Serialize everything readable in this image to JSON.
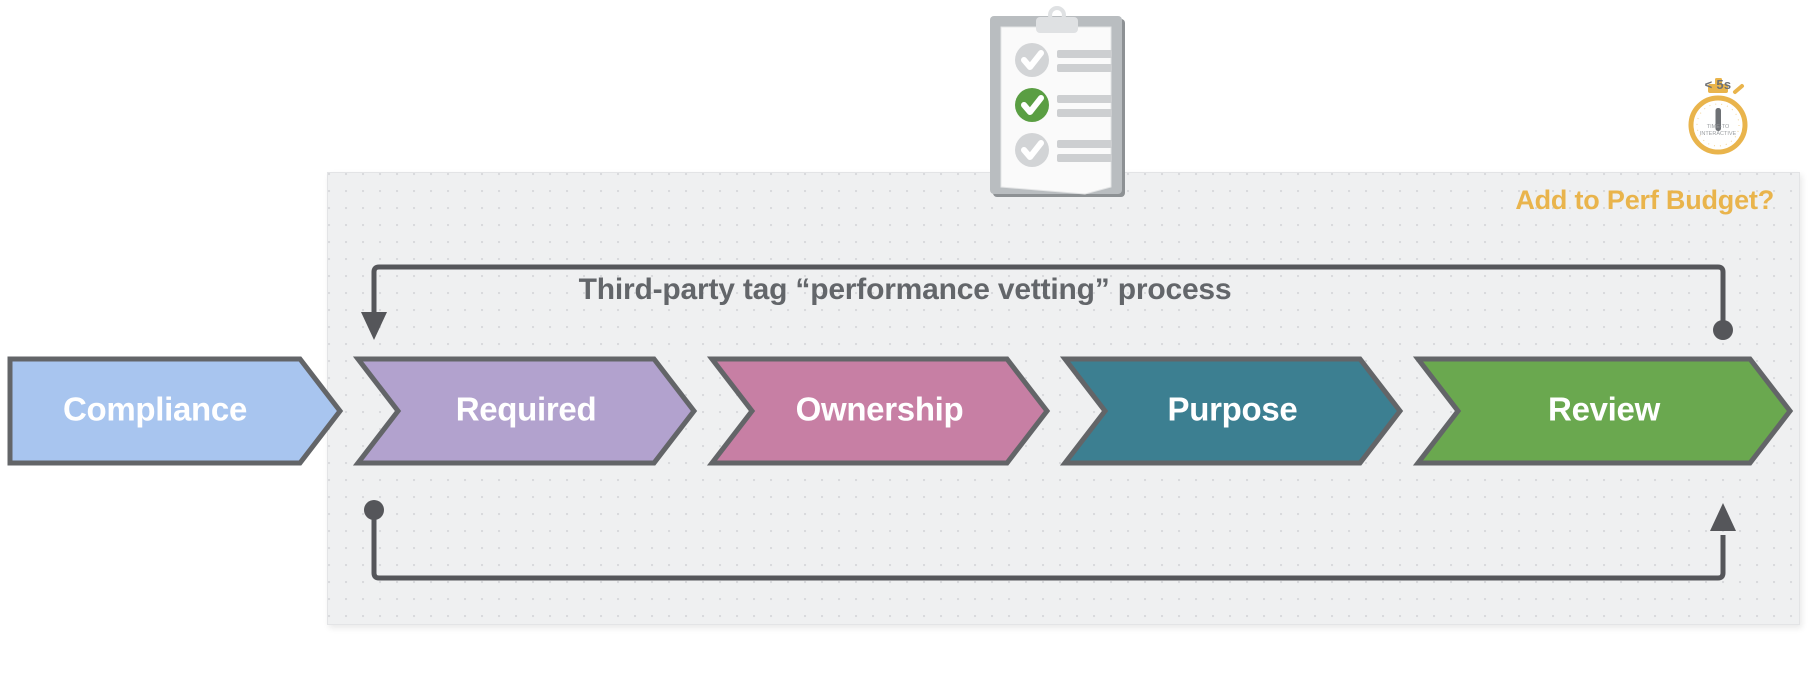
{
  "diagram": {
    "title": "Third-party tag “performance vetting” process",
    "perf_budget_label": "Add to Perf Budget?",
    "panel_bg_color": "#eff0f1",
    "connector_color": "#55565a",
    "title_color": "#63666a",
    "accent_color": "#e9b44c"
  },
  "stages": [
    {
      "label": "Compliance",
      "color": "#a8c5ef",
      "stroke": "#636568"
    },
    {
      "label": "Required",
      "color": "#b2a2ce",
      "stroke": "#636568"
    },
    {
      "label": "Ownership",
      "color": "#c77fa4",
      "stroke": "#636568"
    },
    {
      "label": "Purpose",
      "color": "#3c7f91",
      "stroke": "#636568"
    },
    {
      "label": "Review",
      "color": "#6aa84f",
      "stroke": "#636568"
    }
  ],
  "clipboard": {
    "icon_name": "clipboard-checklist-icon",
    "rows": [
      {
        "state": "pending",
        "check_color": "#c9cbcd"
      },
      {
        "state": "complete",
        "check_color": "#5a9e43"
      },
      {
        "state": "pending",
        "check_color": "#c9cbcd"
      }
    ]
  },
  "stopwatch": {
    "icon_name": "stopwatch-icon",
    "caption": "< 5s",
    "dial_line_1": "TIME-TO",
    "dial_line_2": "INTERACTIVE",
    "color": "#e9b44c"
  }
}
